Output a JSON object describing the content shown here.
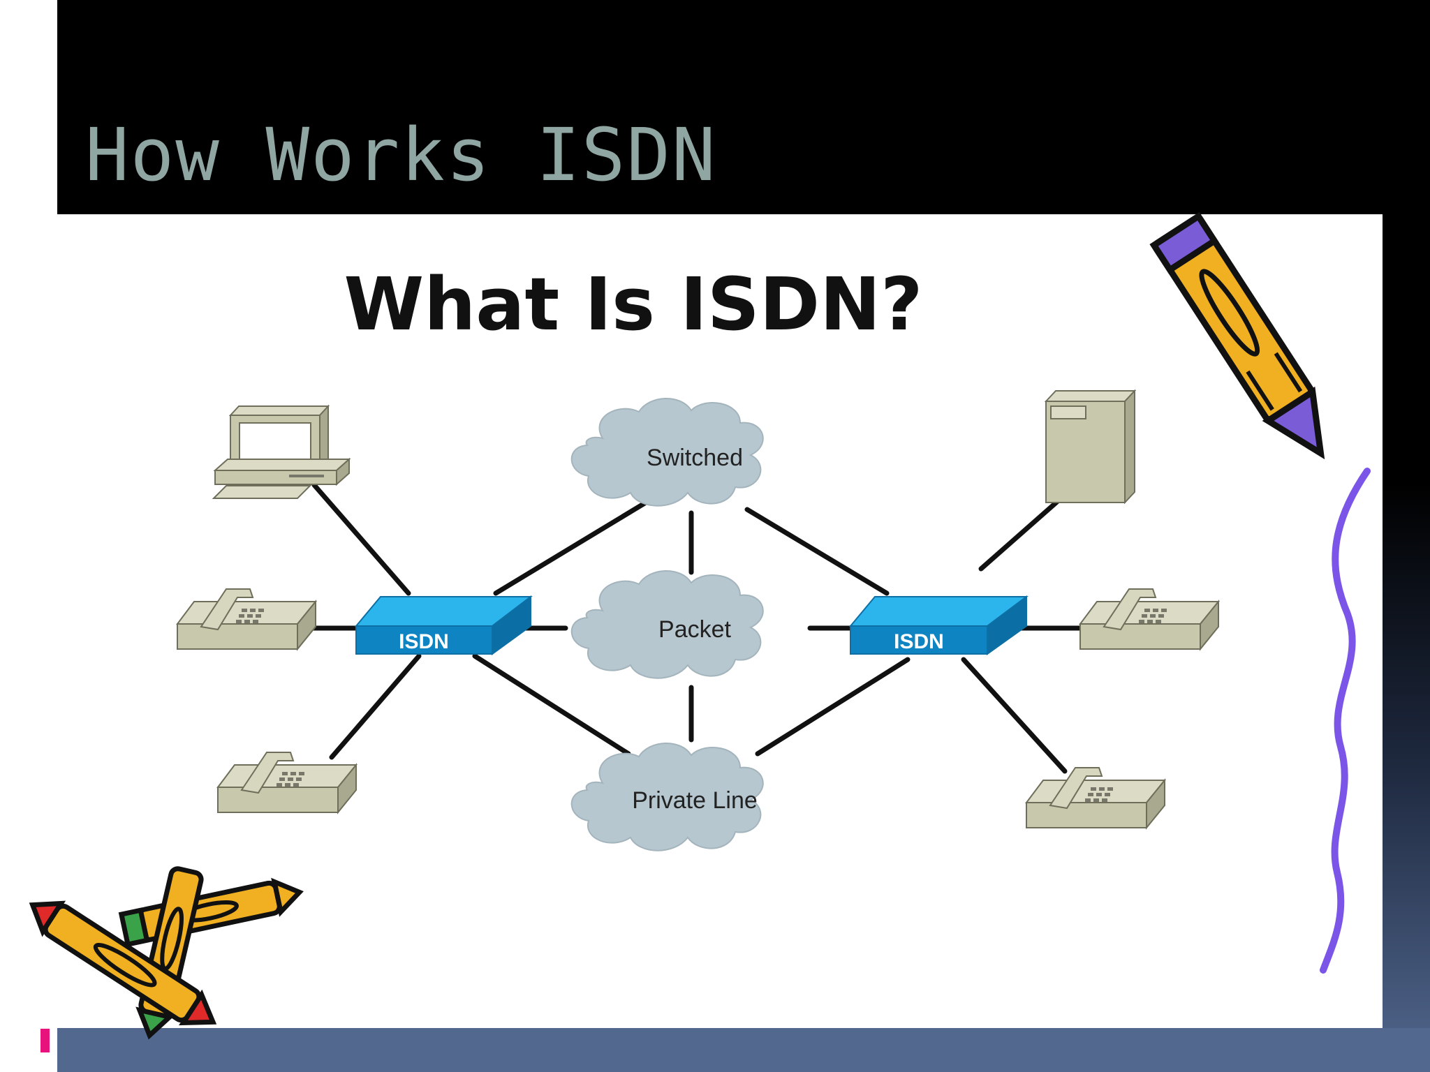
{
  "slide": {
    "title": "How Works ISDN"
  },
  "diagram": {
    "heading": "What Is ISDN?",
    "clouds": [
      "Switched",
      "Packet",
      "Private Line"
    ],
    "switches": [
      "ISDN",
      "ISDN"
    ],
    "devices": [
      "computer",
      "server",
      "telephone"
    ]
  },
  "colors": {
    "title": "#8fa6a2",
    "switch_top": "#2cb5ec",
    "switch_side": "#0e85c2",
    "cloud": "#b7c7cf",
    "device": "#c8c8ad",
    "link": "#111111",
    "bottom_band": "#53688f",
    "accent": "#e8127c"
  },
  "clipart": [
    "pencil-icon",
    "crossed-crayons-icon",
    "squiggle-line-icon"
  ]
}
